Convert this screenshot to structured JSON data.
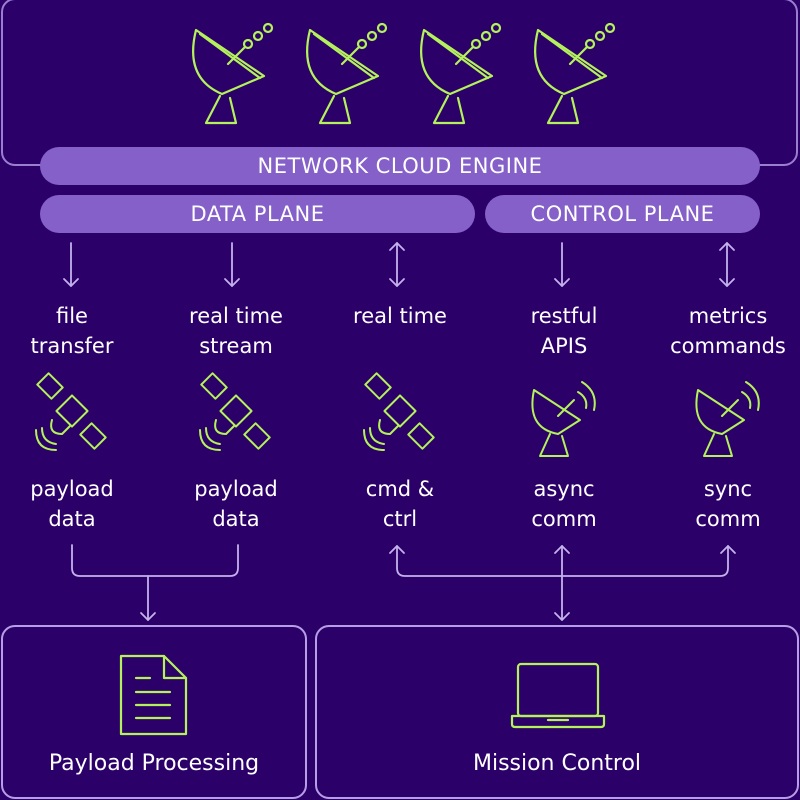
{
  "colors": {
    "background": "#2c0069",
    "pill": "#8460c8",
    "icon_green": "#b4f25c",
    "line": "#c4b2ec",
    "box_border": "#b79ee6"
  },
  "top_section": {
    "icons": [
      "satellite-dish-icon",
      "satellite-dish-icon",
      "satellite-dish-icon",
      "satellite-dish-icon"
    ]
  },
  "pills": {
    "network_cloud_engine": "NETWORK CLOUD ENGINE",
    "data_plane": "DATA PLANE",
    "control_plane": "CONTROL PLANE"
  },
  "columns": [
    {
      "channel": [
        "file",
        "transfer"
      ],
      "arrow": "down",
      "icon": "satellite-icon",
      "type": [
        "payload",
        "data"
      ]
    },
    {
      "channel": [
        "real time",
        "stream"
      ],
      "arrow": "down",
      "icon": "satellite-icon",
      "type": [
        "payload",
        "data"
      ]
    },
    {
      "channel": [
        "real time"
      ],
      "arrow": "both",
      "icon": "satellite-icon",
      "type": [
        "cmd &",
        "ctrl"
      ]
    },
    {
      "channel": [
        "restful",
        "APIS"
      ],
      "arrow": "down",
      "icon": "dish-antenna-icon",
      "type": [
        "async",
        "comm"
      ]
    },
    {
      "channel": [
        "metrics",
        "commands"
      ],
      "arrow": "both",
      "icon": "dish-antenna-icon",
      "type": [
        "sync",
        "comm"
      ]
    }
  ],
  "bottom": {
    "payload_processing": {
      "title": "Payload Processing",
      "icon": "document-icon"
    },
    "mission_control": {
      "title": "Mission Control",
      "icon": "laptop-icon"
    }
  }
}
